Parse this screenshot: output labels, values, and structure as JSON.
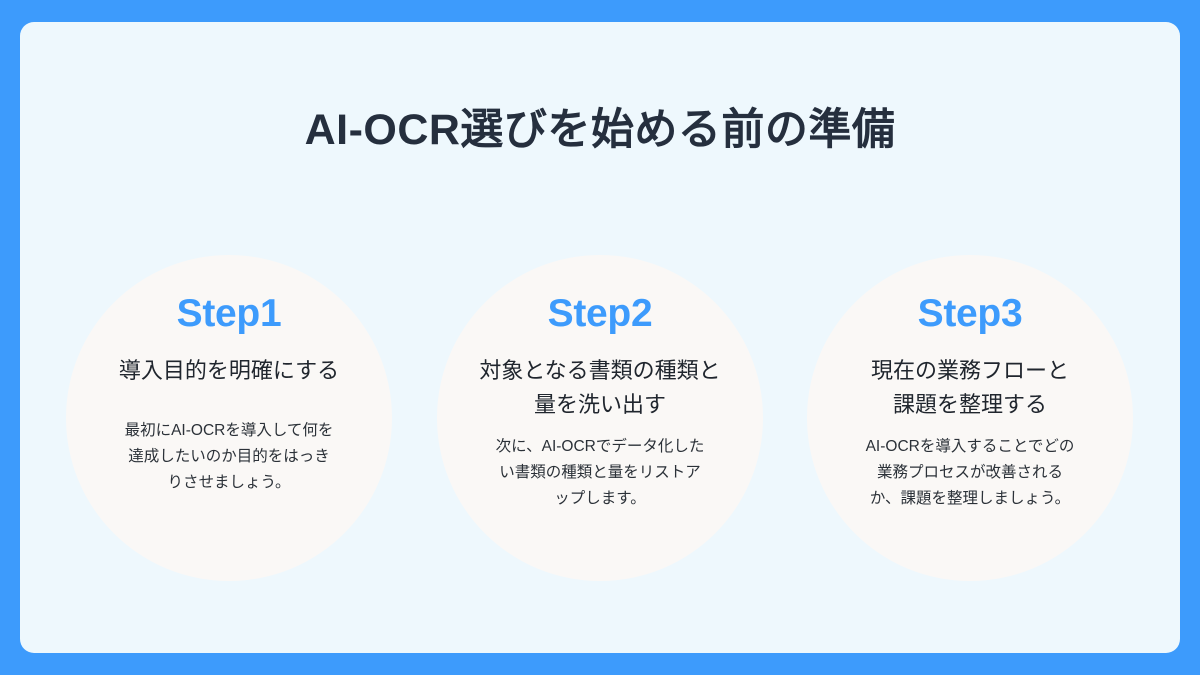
{
  "slide": {
    "title": "AI-OCR選びを始める前の準備",
    "frame_color": "#3d9bfc",
    "panel_color": "#eef8fd",
    "circle_color": "#faf8f6",
    "accent_color": "#3d9bfc",
    "title_color": "#252f3e"
  },
  "steps": [
    {
      "label": "Step1",
      "heading": "導入目的を明確にする",
      "body": "最初にAI-OCRを導入して何を\n達成したいのか目的をはっき\nりさせましょう。"
    },
    {
      "label": "Step2",
      "heading": "対象となる書類の種類と\n量を洗い出す",
      "body": "次に、AI-OCRでデータ化した\nい書類の種類と量をリストア\nップします。"
    },
    {
      "label": "Step3",
      "heading": "現在の業務フローと\n課題を整理する",
      "body": "AI-OCRを導入することでどの\n業務プロセスが改善される\nか、課題を整理しましょう。"
    }
  ]
}
